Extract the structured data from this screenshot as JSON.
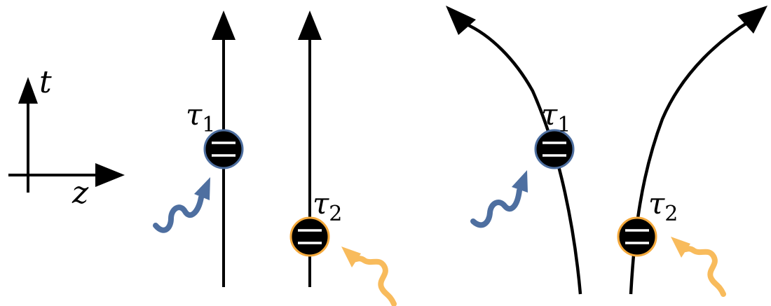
{
  "axes": {
    "vertical_label": "t",
    "horizontal_label": "z",
    "color": "#000000"
  },
  "left_panel": {
    "worldline_shape": "straight",
    "atom_1": {
      "symbol": "τ",
      "subscript": "1",
      "ring_color": "#4e6fa0",
      "photon_color": "#4e6fa0"
    },
    "atom_2": {
      "symbol": "τ",
      "subscript": "2",
      "ring_color": "#f4a93c",
      "photon_color": "#f8bb5c"
    }
  },
  "right_panel": {
    "worldline_shape": "curved-diverging",
    "atom_1": {
      "symbol": "τ",
      "subscript": "1",
      "ring_color": "#4e6fa0",
      "photon_color": "#4e6fa0"
    },
    "atom_2": {
      "symbol": "τ",
      "subscript": "2",
      "ring_color": "#f4a93c",
      "photon_color": "#f8bb5c"
    }
  },
  "icons": [
    "atom-two-level-icon",
    "photon-wavy-arrow-icon",
    "arrowhead-icon"
  ]
}
